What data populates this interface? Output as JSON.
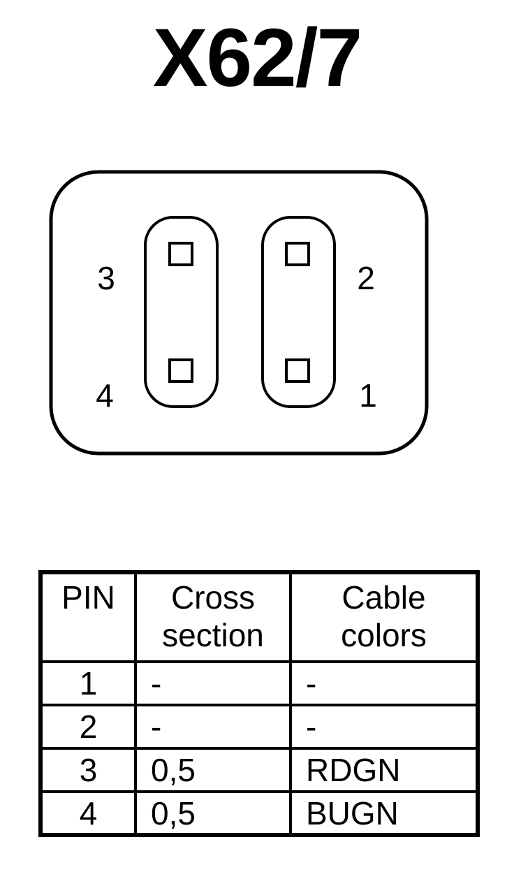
{
  "title": "X62/7",
  "connector": {
    "pin_labels": {
      "top_left": "3",
      "bottom_left": "4",
      "top_right": "2",
      "bottom_right": "1"
    }
  },
  "table": {
    "headers": {
      "pin": "PIN",
      "cross_line1": "Cross",
      "cross_line2": "section",
      "colors_line1": "Cable",
      "colors_line2": "colors"
    },
    "rows": [
      {
        "pin": "1",
        "cross_section": "-",
        "cable_color": "-"
      },
      {
        "pin": "2",
        "cross_section": "-",
        "cable_color": "-"
      },
      {
        "pin": "3",
        "cross_section": "0,5",
        "cable_color": "RDGN"
      },
      {
        "pin": "4",
        "cross_section": "0,5",
        "cable_color": "BUGN"
      }
    ]
  }
}
